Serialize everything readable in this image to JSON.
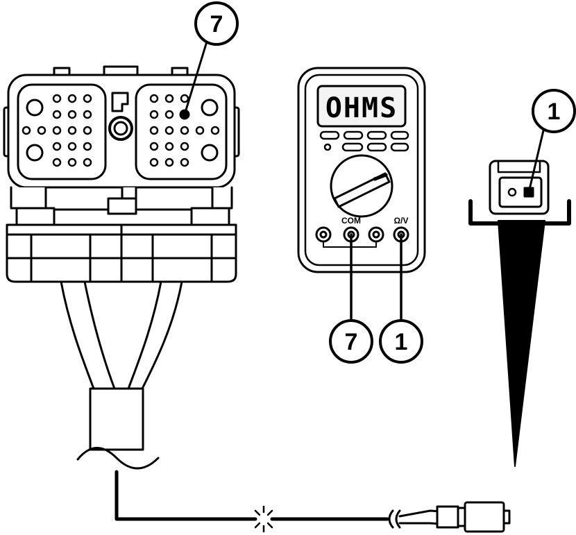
{
  "meter": {
    "display": "OHMS",
    "jacks": {
      "com": "COM",
      "ohm_v": "Ω/V"
    }
  },
  "callouts": {
    "connector_pin": "7",
    "sensor_pin": "1",
    "lead_com": "7",
    "lead_ohm": "1"
  },
  "colors": {
    "ink": "#000000",
    "paper": "#ffffff",
    "lcd": "#f4f4f4"
  }
}
